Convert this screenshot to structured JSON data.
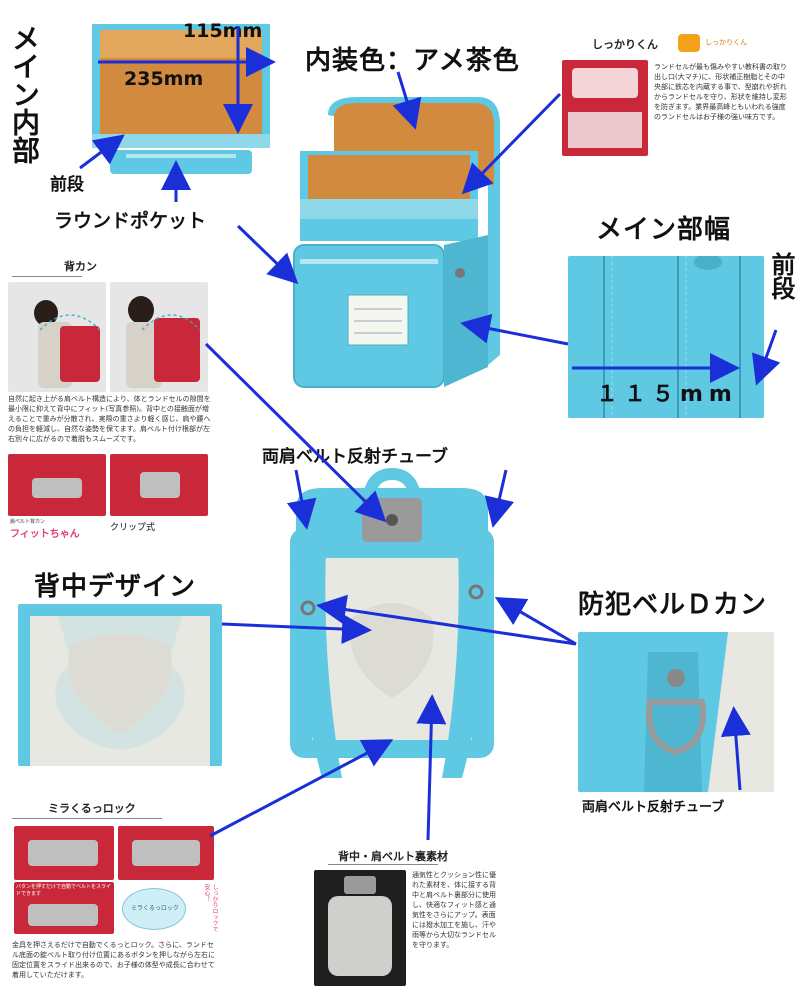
{
  "labels": {
    "main_inside": "メイン内部",
    "front_section_top": "前段",
    "round_pocket": "ラウンドポケット",
    "lining_color": "内装色：アメ茶色",
    "main_width": "メイン部幅",
    "front_section_right": "前段",
    "shoulder_reflect_top": "両肩ベルト反射チューブ",
    "back_design": "背中デザイン",
    "dring": "防犯ベルＤカン",
    "shoulder_reflect_bottom": "両肩ベルト反射チューブ"
  },
  "measurements": {
    "depth": "115mm",
    "width": "235mm",
    "front_width": "１１５mm"
  },
  "shikkari": {
    "title": "しっかりくん",
    "logo_text": "しっかりくん",
    "desc": "ランドセルが最も傷みやすい教科書の取り出し口(大マチ)に、形状補正樹脂とその中央部に鉄芯を内蔵する事で、型崩れや折れからランドセルを守り、形状を維持し変形を防ぎます。業界最高峰ともいわれる強度のランドセルはお子様の強い味方です。"
  },
  "sekan": {
    "title": "背カン",
    "desc": "自然に起き上がる肩ベルト構造により、体とランドセルの隙間を最小限に抑えて背中にフィット(写真参照)。背中との接触面が増えることで重みが分散され、実際の重さより軽く感じ、肩や腰への負担を軽減し、自然な姿勢を保てます。肩ベルト付け根部が左右別々に広がるので着脱もスムーズです。",
    "logo_text": "フィットちゃん",
    "logo_sub": "肩ベルト背カン",
    "clip_label": "クリップ式"
  },
  "lock": {
    "title": "ミラくるっロック",
    "photo_note": "バタンを押すだけで自動でベルトをスライドできます",
    "badge": "ミラくるっロック",
    "side_note": "しっかりロックで安心！",
    "desc": "金具を押さえるだけで自動でくるっとロック。さらに、ランドセル底面の錠ベルト取り付け位置にあるボタンを押しながら左右に固定位置をスライド出来るので、お子様の体型や成長に合わせて着用していただけます。"
  },
  "material": {
    "title": "背中・肩ベルト裏素材",
    "desc": "通気性とクッション性に優れた素材を、体に接する背中と肩ベルト裏部分に使用し、快適なフィット感と通気性をさらにアップ。表面には撥水加工を施し、汗や雨等から大切なランドセルを守ります。"
  },
  "colors": {
    "bag_blue": "#5fc8e3",
    "lining_brown": "#d18a3e",
    "arrow_blue": "#1a2fd8",
    "back_panel": "#e8e8e2",
    "red_bag": "#c8283a"
  }
}
